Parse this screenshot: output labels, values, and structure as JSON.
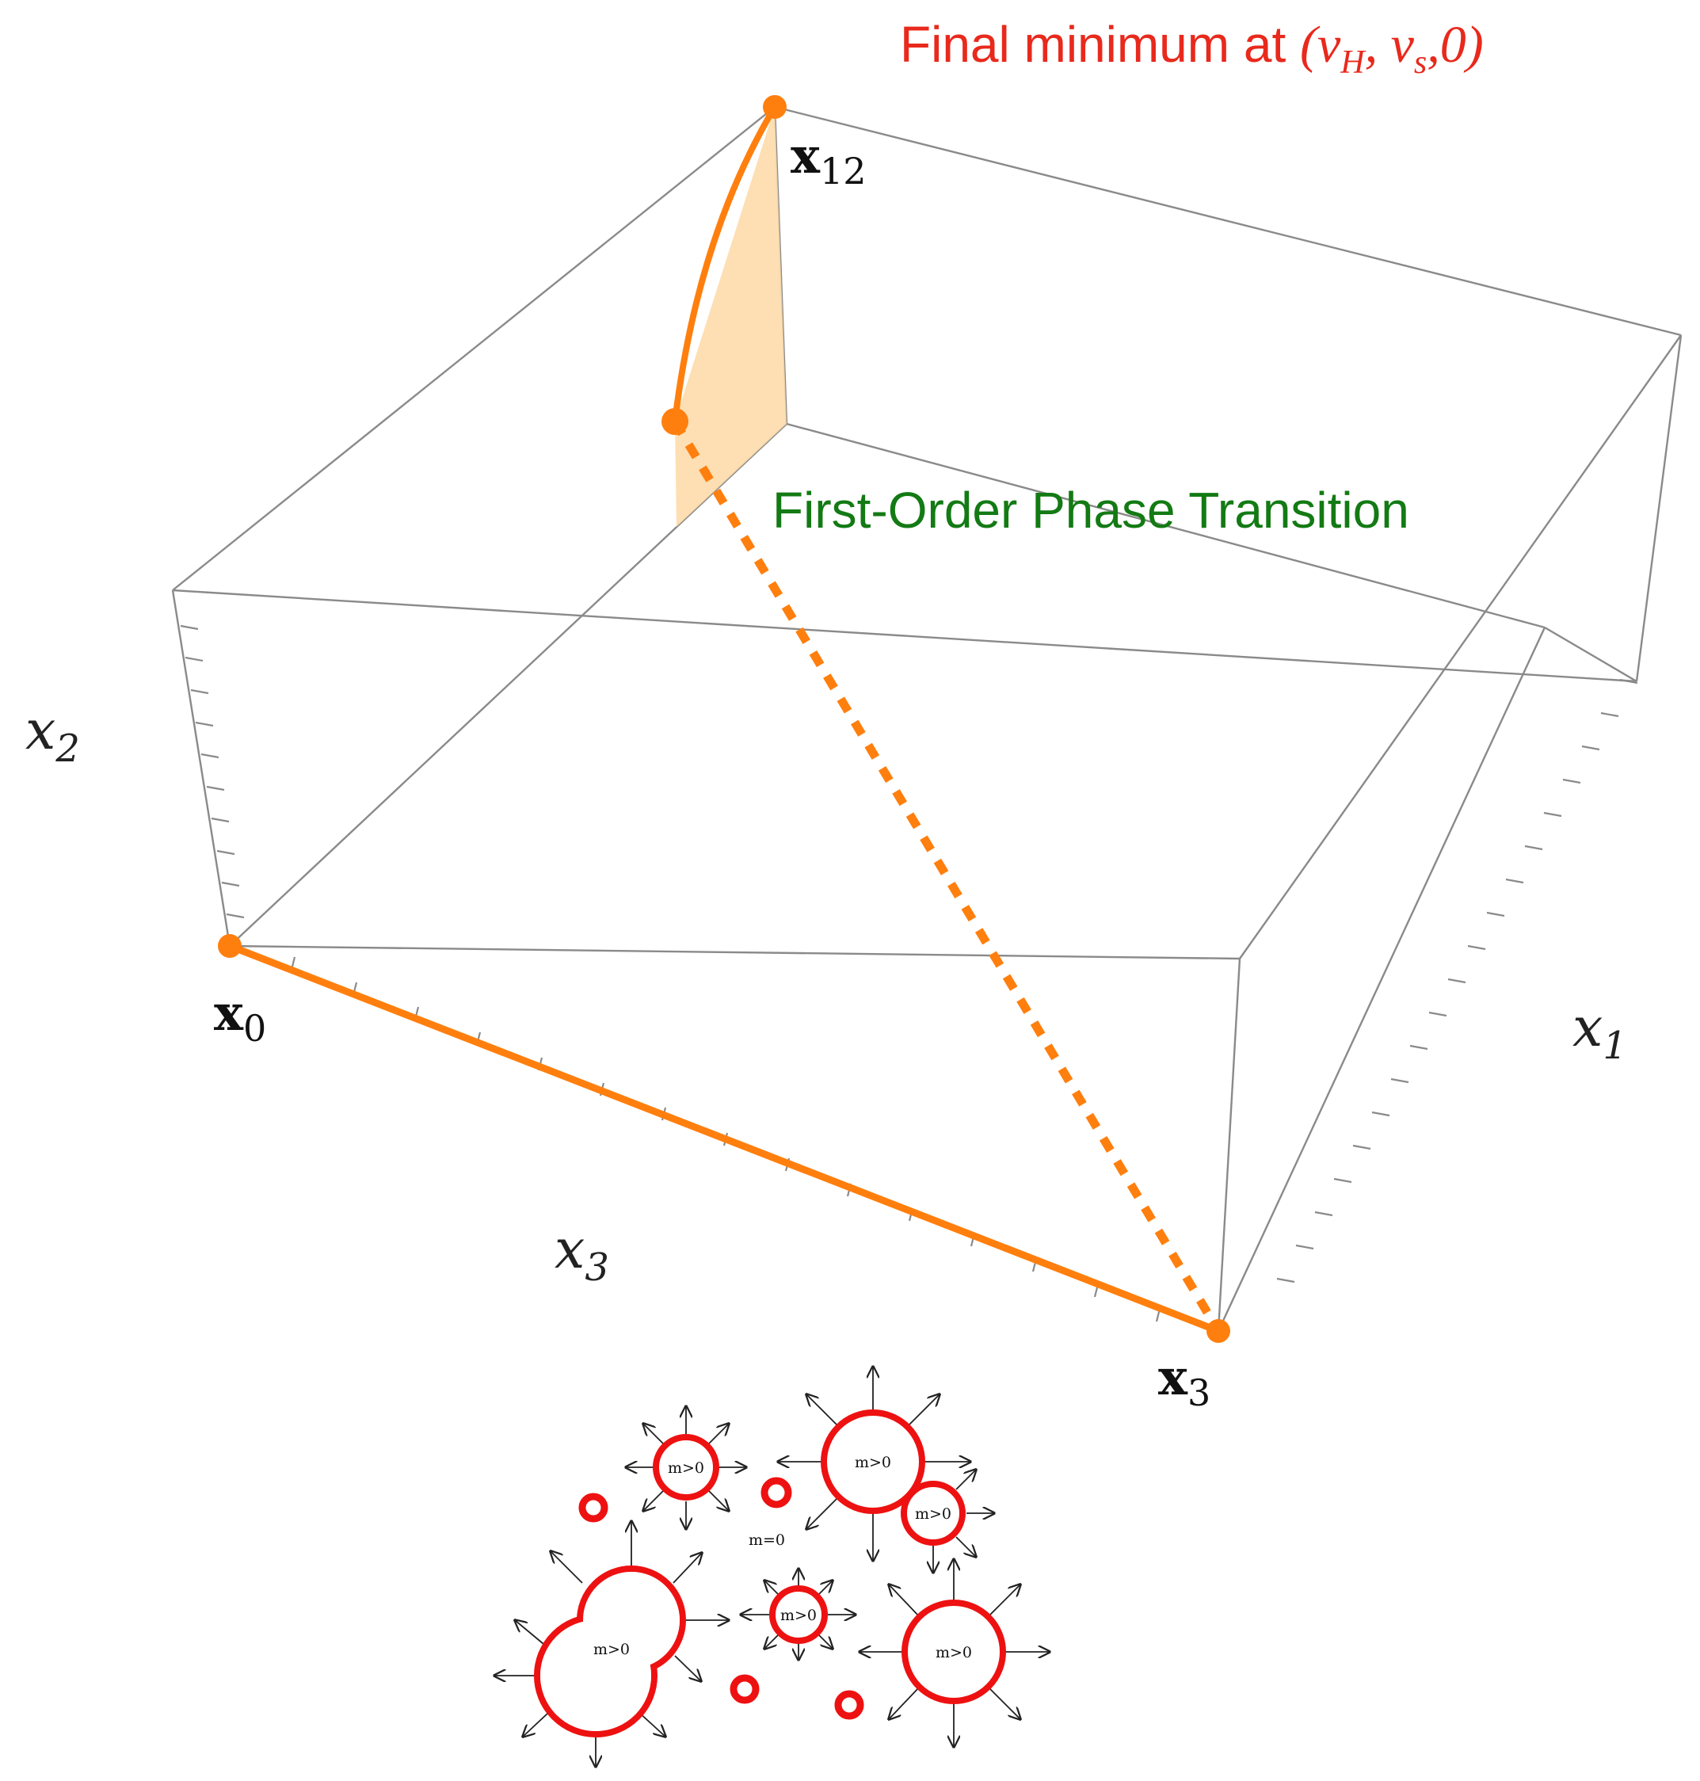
{
  "annotations": {
    "final_minimum_prefix": "Final minimum at ",
    "final_minimum_open": "(",
    "final_minimum_vH": "v",
    "final_minimum_vH_sub": "H",
    "final_minimum_sep1": ", ",
    "final_minimum_vs": "v",
    "final_minimum_vs_sub": "s",
    "final_minimum_tail": ",0)",
    "first_order": "First-Order Phase Transition"
  },
  "axes": {
    "x1": "x",
    "x1_sub": "1",
    "x2": "x",
    "x2_sub": "2",
    "x3": "x",
    "x3_sub": "3"
  },
  "points": {
    "x0": "x",
    "x0_sub": "0",
    "x3": "x",
    "x3_sub": "3",
    "x12": "x",
    "x12_sub": "12"
  },
  "bubbles": {
    "massive_label": "m>0",
    "massless_label": "m=0"
  },
  "colors": {
    "path": "#ff7f0e",
    "region": "#fdd9a6",
    "box": "#8a8a8a",
    "annotation_red": "#e8291c",
    "annotation_green": "#137a14",
    "bubble_wall": "#ee1111"
  }
}
